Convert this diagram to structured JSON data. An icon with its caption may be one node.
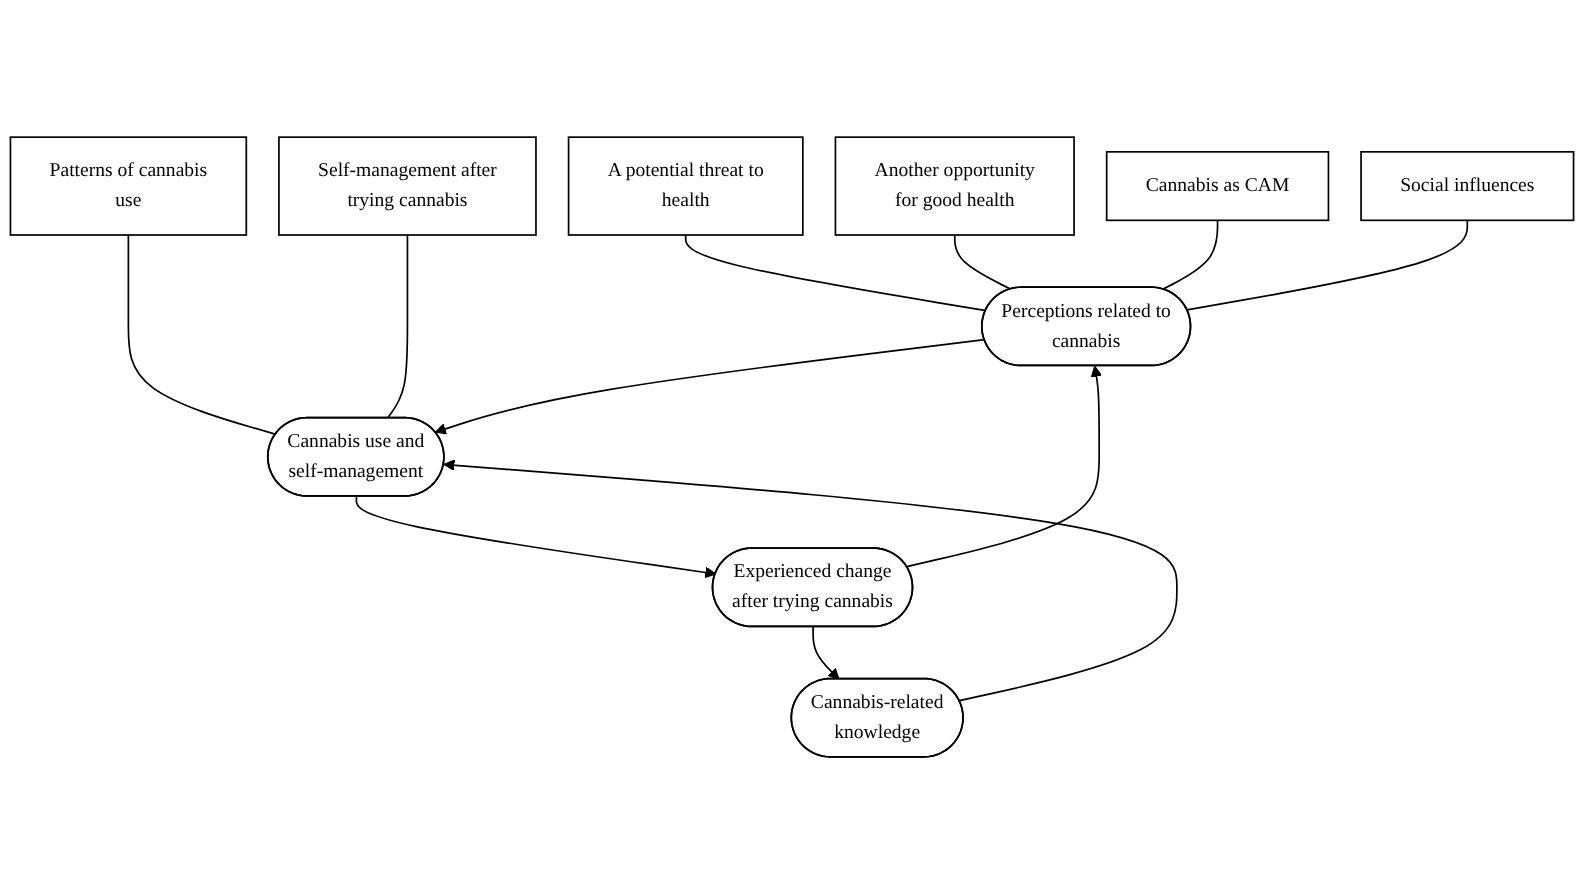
{
  "diagram": {
    "nodes": [
      {
        "text": [
          "A potential threat to health"
        ]
      },
      {
        "text": [
          "Another opportunity for good health"
        ]
      },
      {
        "text": [
          "Cannabis as CAM"
        ]
      },
      {
        "text": [
          "Social influences"
        ]
      },
      {
        "text": [
          "Perceptions related to cannabis"
        ]
      },
      {
        "text": [
          "Patterns of cannabis use"
        ]
      },
      {
        "text": [
          "Self-management after trying cannabis"
        ]
      },
      {
        "text": [
          "Cannabis use and self-management"
        ]
      },
      {
        "text": [
          "Experienced change after trying cannabis"
        ]
      },
      {
        "text": [
          "Cannabis-related knowledge"
        ]
      }
    ],
    "edges": [
      {
        "from": 0,
        "to": 4,
        "arrow": "none"
      },
      {
        "from": 1,
        "to": 4,
        "arrow": "none"
      },
      {
        "from": 2,
        "to": 4,
        "arrow": "none"
      },
      {
        "from": 3,
        "to": 4,
        "arrow": "none"
      },
      {
        "from": 5,
        "to": 7,
        "arrow": "none"
      },
      {
        "from": 6,
        "to": 7,
        "arrow": "none"
      },
      {
        "from": 4,
        "to": 7,
        "arrow": "to"
      },
      {
        "from": 7,
        "to": 8,
        "arrow": "to"
      },
      {
        "from": 8,
        "to": 4,
        "arrow": "to"
      },
      {
        "from": 8,
        "to": 9,
        "arrow": "to"
      },
      {
        "from": 9,
        "to": 7,
        "arrow": "to"
      }
    ]
  }
}
